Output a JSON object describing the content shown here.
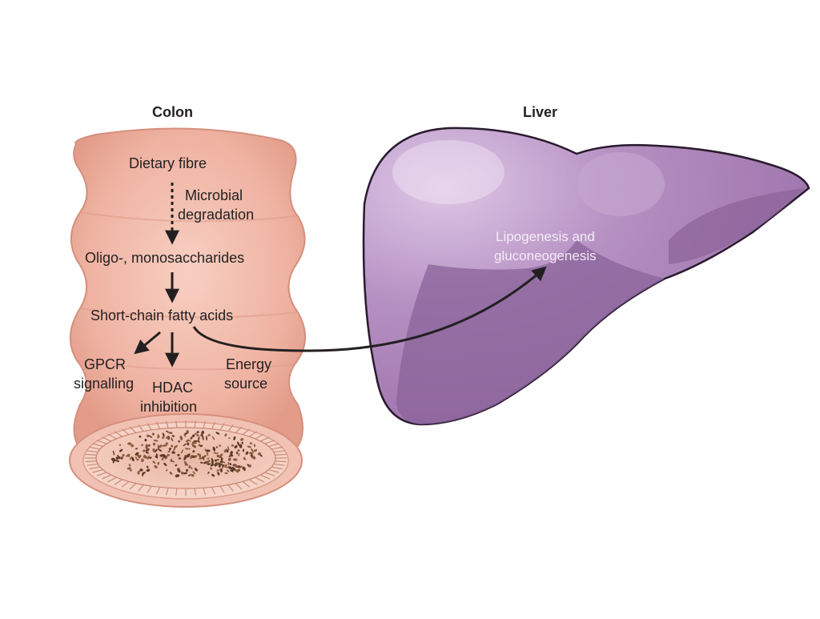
{
  "titles": {
    "colon": "Colon",
    "liver": "Liver"
  },
  "colon_labels": {
    "dietary_fibre": "Dietary fibre",
    "microbial_line1": "Microbial",
    "microbial_line2": "degradation",
    "oligo": "Oligo-, monosaccharides",
    "scfa": "Short-chain fatty acids",
    "gpcr_line1": "GPCR",
    "gpcr_line2": "signalling",
    "hdac_line1": "HDAC",
    "hdac_line2": "inhibition",
    "energy_line1": "Energy",
    "energy_line2": "source"
  },
  "liver_labels": {
    "line1": "Lipogenesis and",
    "line2": "gluconeogenesis"
  },
  "colors": {
    "colon_fill": "#efb8a8",
    "colon_outline": "#d58f7d",
    "liver_fill": "#a679b3",
    "liver_outline": "#2a1a2e",
    "arrow": "#231f20"
  }
}
